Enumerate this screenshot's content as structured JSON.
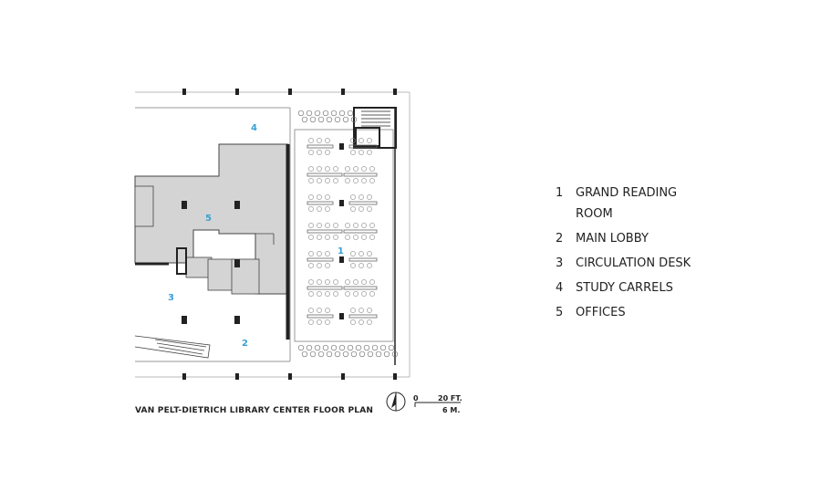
{
  "plan": {
    "caption": "VAN PELT-DIETRICH LIBRARY CENTER FLOOR PLAN",
    "scale": {
      "zero": "0",
      "feet": "20 FT.",
      "meters": "6 M."
    },
    "rooms": [
      {
        "num": "1"
      },
      {
        "num": "2"
      },
      {
        "num": "3"
      },
      {
        "num": "4"
      },
      {
        "num": "5"
      }
    ],
    "colors": {
      "wall": "#222222",
      "shaded": "#d4d4d4",
      "room_number": "#3aa0d5",
      "outline": "#bbbbbb"
    }
  },
  "legend": [
    {
      "num": "1",
      "label": "GRAND READING ROOM"
    },
    {
      "num": "2",
      "label": "MAIN LOBBY"
    },
    {
      "num": "3",
      "label": "CIRCULATION DESK"
    },
    {
      "num": "4",
      "label": "STUDY CARRELS"
    },
    {
      "num": "5",
      "label": "OFFICES"
    }
  ]
}
